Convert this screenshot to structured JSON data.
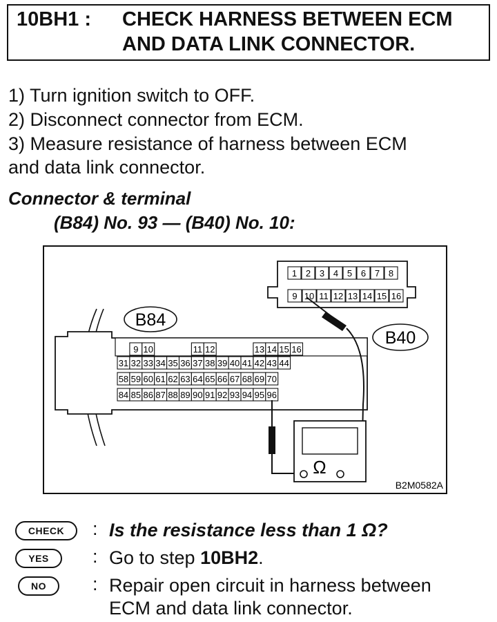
{
  "title": {
    "code": "10BH1 :",
    "line1": "CHECK HARNESS BETWEEN ECM",
    "line2": "AND DATA LINK CONNECTOR."
  },
  "steps": [
    "1)  Turn ignition switch to OFF.",
    "2)  Disconnect connector from ECM.",
    "3)  Measure resistance of harness between ECM",
    "and data link connector."
  ],
  "connector": {
    "heading": "Connector & terminal",
    "spec": "(B84) No. 93 — (B40) No. 10:"
  },
  "figure": {
    "ecm_label": "B84",
    "dlc_label": "B40",
    "meter_symbol": "Ω",
    "fig_id": "B2M0582A",
    "dlc_top": [
      "1",
      "2",
      "3",
      "4",
      "5",
      "6",
      "7",
      "8"
    ],
    "dlc_bottom": [
      "9",
      "10",
      "11",
      "12",
      "13",
      "14",
      "15",
      "16"
    ],
    "ecm_row1": [
      "9",
      "10",
      "11",
      "12",
      "13",
      "14",
      "15",
      "16"
    ],
    "ecm_row2": [
      "31",
      "32",
      "33",
      "34",
      "35",
      "36",
      "37",
      "38",
      "39",
      "40",
      "41",
      "42",
      "43",
      "44"
    ],
    "ecm_row3": [
      "58",
      "59",
      "60",
      "61",
      "62",
      "63",
      "64",
      "65",
      "66",
      "67",
      "68",
      "69",
      "70"
    ],
    "ecm_row4": [
      "84",
      "85",
      "86",
      "87",
      "88",
      "89",
      "90",
      "91",
      "92",
      "93",
      "94",
      "95",
      "96"
    ]
  },
  "results": {
    "check_badge": "CHECK",
    "check_text": "Is the resistance less than 1 Ω?",
    "yes_badge": "YES",
    "yes_prefix": "Go to step ",
    "yes_step": "10BH2",
    "yes_suffix": ".",
    "no_badge": "NO",
    "no_line1": "Repair open circuit in harness between",
    "no_line2": "ECM and data link connector."
  }
}
